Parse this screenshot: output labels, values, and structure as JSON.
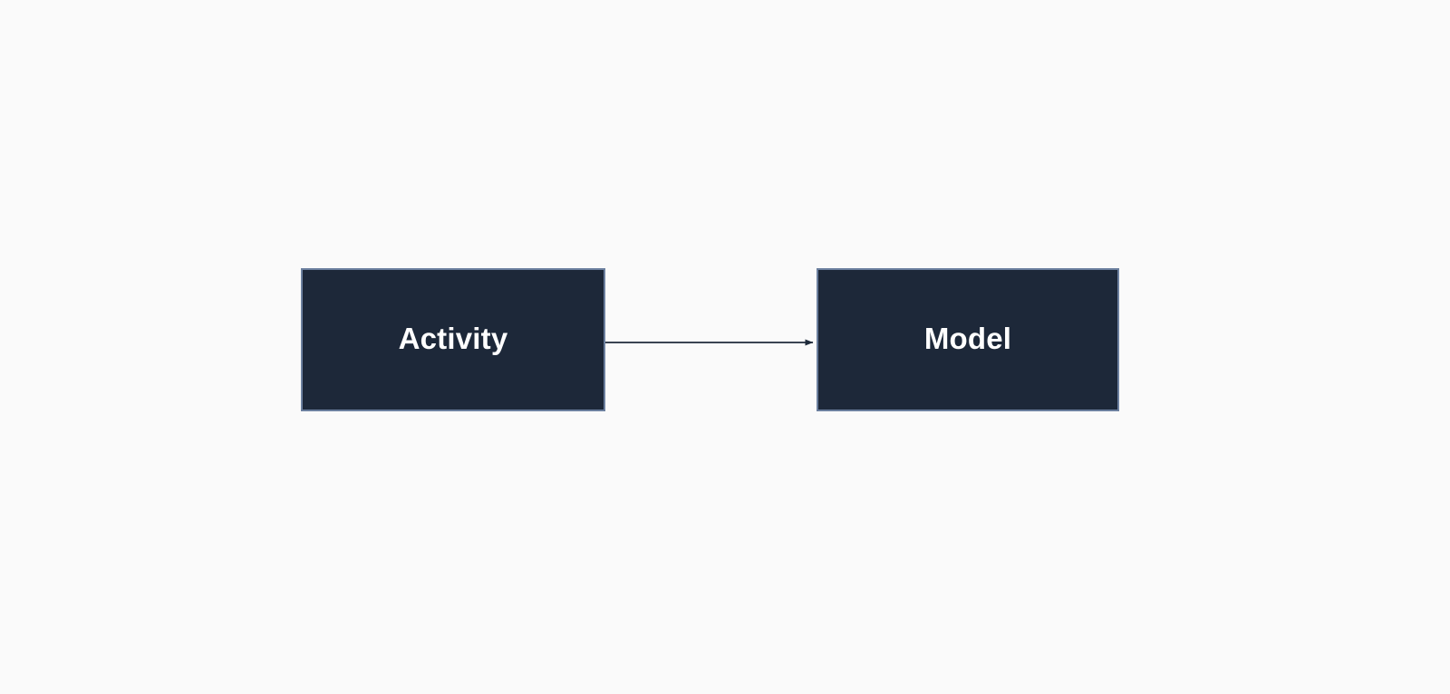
{
  "diagram": {
    "background_color": "#fafafa",
    "node_fill_color": "#1d2839",
    "node_border_color": "#6b7f9e",
    "node_text_color": "#ffffff",
    "edge_color": "#1e2a3a",
    "nodes": [
      {
        "id": "activity",
        "label": "Activity"
      },
      {
        "id": "model",
        "label": "Model"
      }
    ],
    "edges": [
      {
        "id": "activity-to-model",
        "from": "Activity",
        "to": "Model",
        "label": "",
        "arrowhead": "solid-triangle",
        "direction": "forward"
      }
    ]
  }
}
